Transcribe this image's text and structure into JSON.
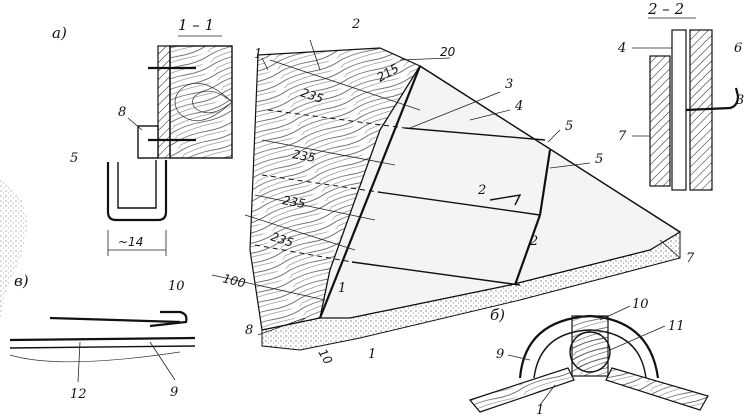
{
  "fragment_labels": {
    "a": "а)",
    "b": "б)",
    "c": "в)"
  },
  "section_labels": {
    "s11": "1 – 1",
    "s22": "2 – 2"
  },
  "callouts": {
    "n1a": "1",
    "n1b": "1",
    "n1c": "1",
    "n1d": "1",
    "n2a": "2",
    "n2b": "2",
    "n2c": "2",
    "n3a": "3",
    "n3b": "3",
    "n4a": "4",
    "n4b": "4",
    "n5a": "5",
    "n5b": "5",
    "n5c": "5",
    "n6": "6",
    "n7a": "7",
    "n7b": "7",
    "n8a": "8",
    "n8b": "8",
    "n9a": "9",
    "n9b": "9",
    "n10a": "10",
    "n10b": "10",
    "n11": "11",
    "n12": "12"
  },
  "dimensions": {
    "d20": "20",
    "d215": "215",
    "d235a": "235",
    "d235b": "235",
    "d235c": "235",
    "d235d": "235",
    "d100": "100",
    "d10": "10",
    "d14": "~14"
  }
}
